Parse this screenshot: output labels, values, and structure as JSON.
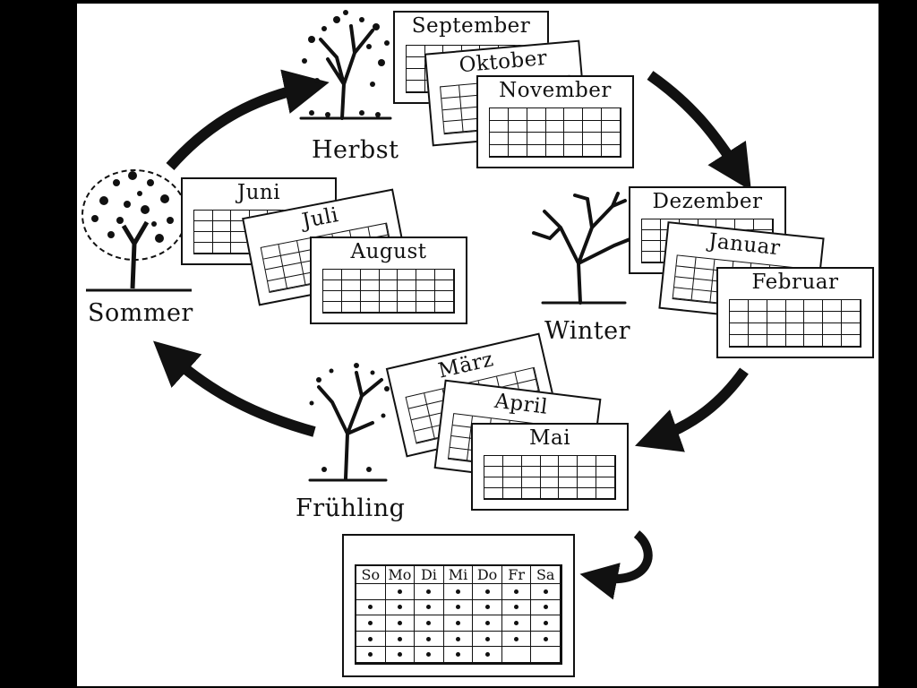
{
  "seasons": {
    "autumn": "Herbst",
    "winter": "Winter",
    "spring": "Frühling",
    "summer": "Sommer"
  },
  "months": {
    "sep": "September",
    "oct": "Oktober",
    "nov": "November",
    "dec": "Dezember",
    "jan": "Januar",
    "feb": "Februar",
    "mar": "März",
    "apr": "April",
    "may": "Mai",
    "jun": "Juni",
    "jul": "Juli",
    "aug": "August"
  },
  "weekdays": [
    "So",
    "Mo",
    "Di",
    "Mi",
    "Do",
    "Fr",
    "Sa"
  ]
}
